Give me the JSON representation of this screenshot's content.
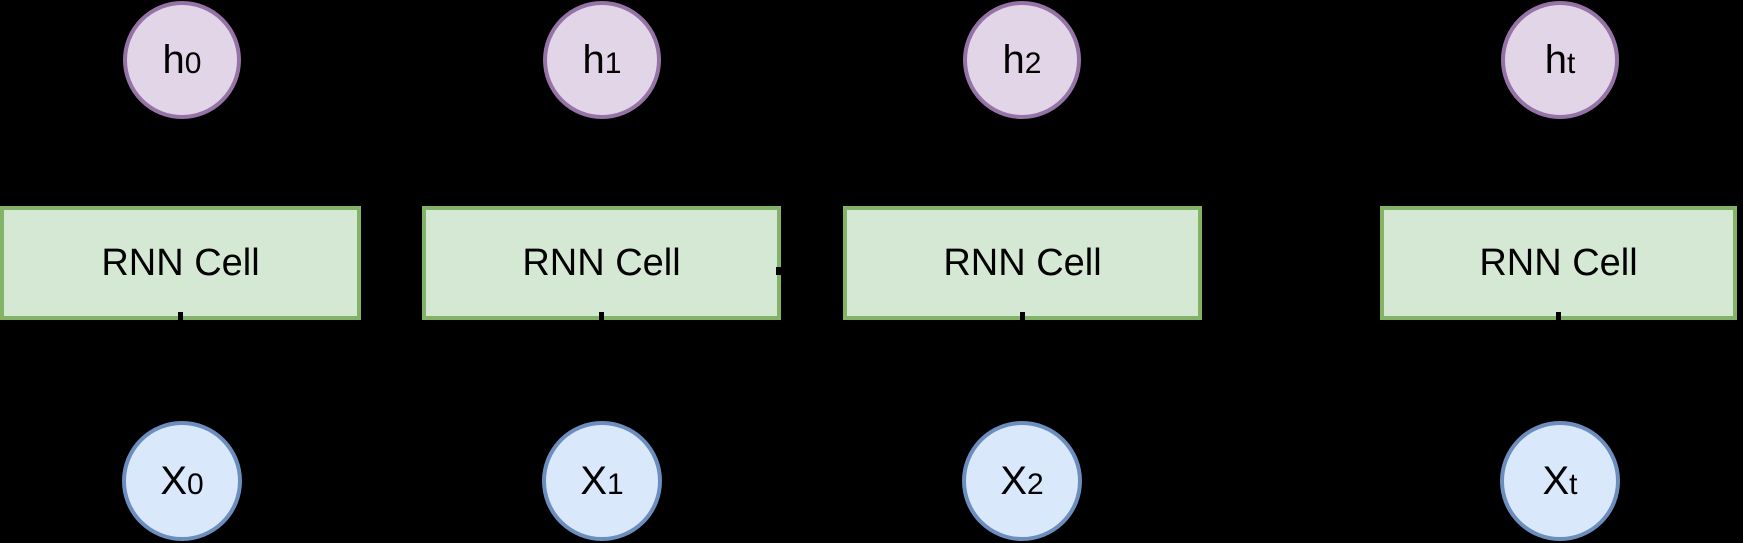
{
  "diagram": {
    "background_color": "#000000",
    "text_color": "#000000",
    "node_styles": {
      "hidden_state": {
        "fill": "#e1d5e7",
        "stroke": "#9673a6"
      },
      "rnn_cell": {
        "fill": "#d5e8d4",
        "stroke": "#82b366"
      },
      "input": {
        "fill": "#dae8fc",
        "stroke": "#6c8ebf"
      }
    },
    "columns": [
      {
        "hidden_state_base": "h",
        "hidden_state_sub": "0",
        "cell_label": "RNN Cell",
        "input_base": "X",
        "input_sub": "0"
      },
      {
        "hidden_state_base": "h",
        "hidden_state_sub": "1",
        "cell_label": "RNN Cell",
        "input_base": "X",
        "input_sub": "1"
      },
      {
        "hidden_state_base": "h",
        "hidden_state_sub": "2",
        "cell_label": "RNN Cell",
        "input_base": "X",
        "input_sub": "2"
      },
      {
        "hidden_state_base": "h",
        "hidden_state_sub": "t",
        "cell_label": "RNN Cell",
        "input_base": "X",
        "input_sub": "t"
      }
    ]
  }
}
